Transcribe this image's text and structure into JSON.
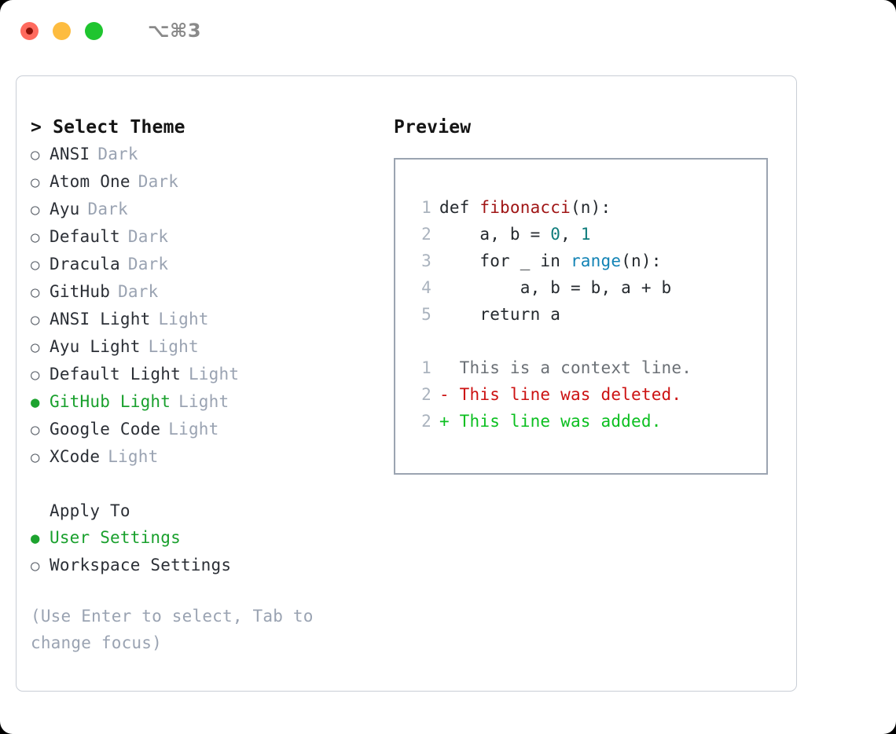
{
  "window": {
    "shortcut": "⌥⌘3",
    "traffic_lights": [
      {
        "name": "close",
        "color": "#FF6A5E"
      },
      {
        "name": "minimize",
        "color": "#FDBC40"
      },
      {
        "name": "maximize",
        "color": "#1FC52F"
      }
    ]
  },
  "theme_list": {
    "header": "> Select Theme",
    "selected_marker": "●",
    "unselected_marker": "○",
    "items": [
      {
        "marker": "○",
        "name": "ANSI",
        "variant": "Dark",
        "selected": false
      },
      {
        "marker": "○",
        "name": "Atom One",
        "variant": "Dark",
        "selected": false
      },
      {
        "marker": "○",
        "name": "Ayu",
        "variant": "Dark",
        "selected": false
      },
      {
        "marker": "○",
        "name": "Default",
        "variant": "Dark",
        "selected": false
      },
      {
        "marker": "○",
        "name": "Dracula",
        "variant": "Dark",
        "selected": false
      },
      {
        "marker": "○",
        "name": "GitHub",
        "variant": "Dark",
        "selected": false
      },
      {
        "marker": "○",
        "name": "ANSI Light",
        "variant": "Light",
        "selected": false
      },
      {
        "marker": "○",
        "name": "Ayu Light",
        "variant": "Light",
        "selected": false
      },
      {
        "marker": "○",
        "name": "Default Light",
        "variant": "Light",
        "selected": false
      },
      {
        "marker": "●",
        "name": "GitHub Light",
        "variant": "Light",
        "selected": true
      },
      {
        "marker": "○",
        "name": "Google Code",
        "variant": "Light",
        "selected": false
      },
      {
        "marker": "○",
        "name": "XCode",
        "variant": "Light",
        "selected": false
      }
    ]
  },
  "apply_to": {
    "header": "Apply To",
    "items": [
      {
        "marker": "●",
        "name": "User Settings",
        "selected": true
      },
      {
        "marker": "○",
        "name": "Workspace Settings",
        "selected": false
      }
    ]
  },
  "hint": "(Use Enter to select, Tab to change focus)",
  "preview": {
    "title": "Preview",
    "code_lines": [
      {
        "no": "1",
        "tokens": [
          {
            "t": "def ",
            "k": "plain"
          },
          {
            "t": "fibonacci",
            "k": "fn"
          },
          {
            "t": "(n):",
            "k": "plain"
          }
        ]
      },
      {
        "no": "2",
        "tokens": [
          {
            "t": "    a, b = ",
            "k": "plain"
          },
          {
            "t": "0",
            "k": "num"
          },
          {
            "t": ", ",
            "k": "plain"
          },
          {
            "t": "1",
            "k": "num"
          }
        ]
      },
      {
        "no": "3",
        "tokens": [
          {
            "t": "    for _ in ",
            "k": "plain"
          },
          {
            "t": "range",
            "k": "call"
          },
          {
            "t": "(n):",
            "k": "plain"
          }
        ]
      },
      {
        "no": "4",
        "tokens": [
          {
            "t": "        a, b = b, a + b",
            "k": "plain"
          }
        ]
      },
      {
        "no": "5",
        "tokens": [
          {
            "t": "    return a",
            "k": "plain"
          }
        ]
      }
    ],
    "diff_lines": [
      {
        "no": "1",
        "sign": " ",
        "text": " This is a context line.",
        "kind": "context"
      },
      {
        "no": "2",
        "sign": "-",
        "text": " This line was deleted.",
        "kind": "deleted"
      },
      {
        "no": "2",
        "sign": "+",
        "text": " This line was added.",
        "kind": "added"
      }
    ]
  },
  "colors": {
    "accent_green": "#19A02D",
    "muted_gray": "#9AA3B2",
    "code_fn_red": "#A01515",
    "code_num_teal": "#0E7C7B",
    "code_call_blue": "#1283B5",
    "diff_deleted_red": "#CC1111",
    "diff_added_green": "#0BBF20",
    "panel_border": "#C9CED6",
    "preview_border": "#9BA4B1"
  }
}
